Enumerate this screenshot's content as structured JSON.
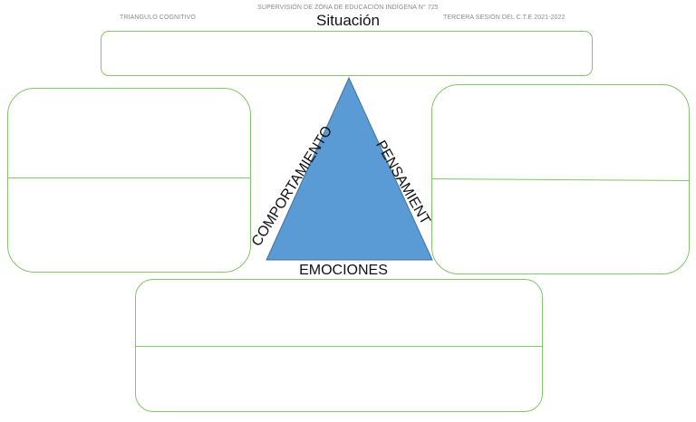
{
  "header": {
    "supervision": "SUPERVISIÓN DE ZONA DE EDUCACIÓN INDÍGENA N° 725",
    "left": "TRIANGULO COGNITIVO",
    "right": "TERCERA SESIÓN DEL C.T.E 2021-2022"
  },
  "title": "Situación",
  "triangle": {
    "fill_color": "#5b9bd5",
    "stroke_color": "#41719c",
    "labels": {
      "left": "COMPORTAMIENTO",
      "right": "PENSAMIENT",
      "bottom": "EMOCIONES"
    }
  },
  "box_color": "#84c46a"
}
